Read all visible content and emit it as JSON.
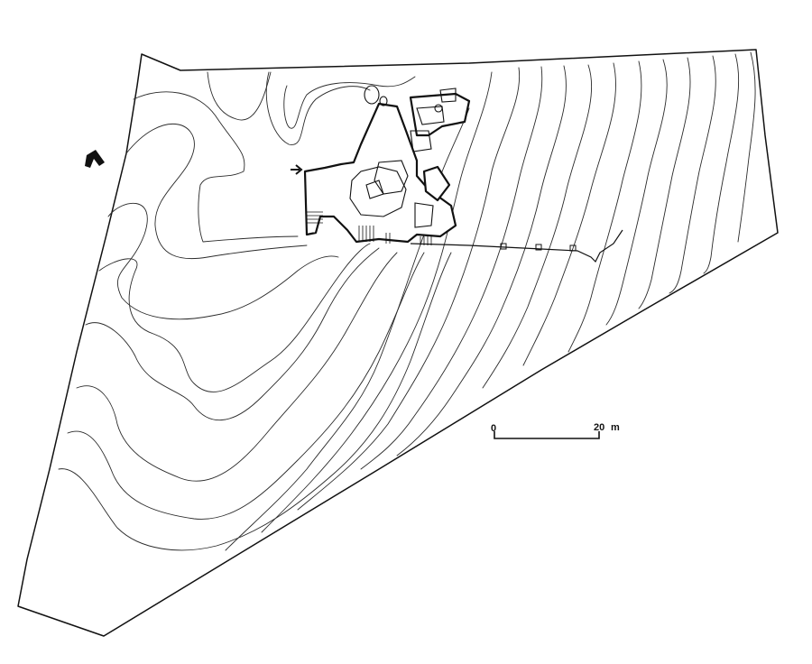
{
  "scale_bar": {
    "start_label": "0",
    "end_label": "20",
    "unit": "m"
  },
  "legend": {
    "north_arrow_icon": "north-arrow-icon",
    "entrance_arrow_icon": "entrance-arrow-icon"
  },
  "colors": {
    "ink": "#111111",
    "paper": "#ffffff"
  }
}
